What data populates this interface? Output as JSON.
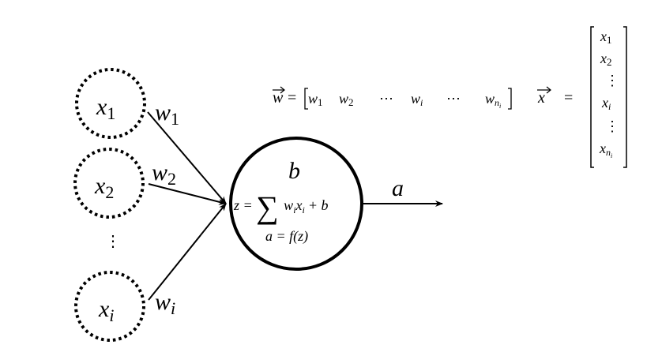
{
  "inputs": [
    {
      "var": "x",
      "sub": "1",
      "weight": "w",
      "wsub": "1"
    },
    {
      "var": "x",
      "sub": "2",
      "weight": "w",
      "wsub": "2"
    },
    {
      "var": "x",
      "sub": "i",
      "weight": "w",
      "wsub": "i"
    }
  ],
  "vdots": "⋮",
  "neuron": {
    "bias": "b",
    "z_lhs": "z =",
    "sum": "∑",
    "z_rhs_w": "w",
    "z_rhs_wi": "i",
    "z_rhs_x": "x",
    "z_rhs_xi": "i",
    "z_rhs_plus": "+ b",
    "activation": "a = f(z)"
  },
  "output_label": "a",
  "weight_vector": {
    "lhs": "w",
    "eq": "=",
    "entries": [
      "w",
      "1",
      "w",
      "2",
      "⋯",
      "w",
      "i",
      "⋯",
      "w",
      "n",
      "i"
    ]
  },
  "input_vector": {
    "lhs": "x",
    "eq": "=",
    "entries": [
      "x",
      "1",
      "x",
      "2",
      "⋮",
      "x",
      "i",
      "⋮",
      "x",
      "n",
      "i"
    ]
  }
}
